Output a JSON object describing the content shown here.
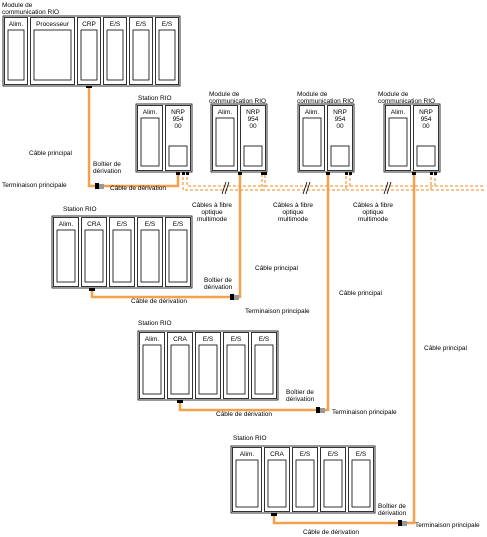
{
  "labels": {
    "module_comm_rio": "Module de communication RIO",
    "station_rio": "Station RIO",
    "cable_principal": "Câble principal",
    "boitier_derivation_line1": "Boîtier de",
    "boitier_derivation_line2": "dérivation",
    "terminaison_principale": "Terminaison principale",
    "cable_derivation": "Câble de dérivation",
    "fibre_line1": "Câbles à fibre",
    "fibre_line2": "optique",
    "fibre_line3": "multimode"
  },
  "head_rack": {
    "title_line1": "Module de",
    "title_line2": "communication RIO",
    "slots": [
      "Alim.",
      "Processeur",
      "CRP",
      "E/S",
      "E/S",
      "E/S"
    ]
  },
  "nrp_racks": [
    {
      "title": "Station RIO",
      "slots": [
        "Alim.",
        "NRP\n954\n00"
      ]
    },
    {
      "title_line1": "Module de",
      "title_line2": "communication RIO",
      "slots": [
        "Alim.",
        "NRP\n954\n00"
      ]
    },
    {
      "title_line1": "Module de",
      "title_line2": "communication RIO",
      "slots": [
        "Alim.",
        "NRP\n954\n00"
      ]
    },
    {
      "title_line1": "Module de",
      "title_line2": "communication RIO",
      "slots": [
        "Alim.",
        "NRP\n954\n00"
      ]
    }
  ],
  "drops": [
    {
      "title": "Station RIO",
      "slots": [
        "Alim.",
        "CRA",
        "E/S",
        "E/S",
        "E/S"
      ]
    },
    {
      "title": "Station RIO",
      "slots": [
        "Alim.",
        "CRA",
        "E/S",
        "E/S",
        "E/S"
      ]
    },
    {
      "title": "Station RIO",
      "slots": [
        "Alim.",
        "CRA",
        "E/S",
        "E/S",
        "E/S"
      ]
    }
  ],
  "colors": {
    "cable": "#F5A04A",
    "tap_gray": "#999999",
    "line": "#000000"
  }
}
